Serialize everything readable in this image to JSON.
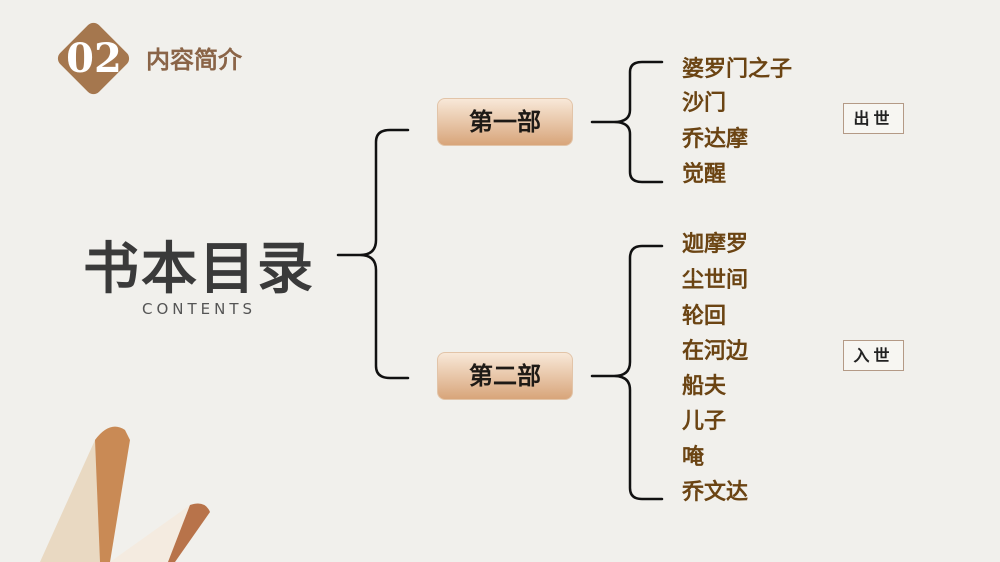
{
  "header": {
    "number": "02",
    "title": "内容简介"
  },
  "title": {
    "main": "书本目录",
    "sub": "CONTENTS"
  },
  "parts": [
    {
      "label": "第一部",
      "tag": "出世",
      "items": [
        "婆罗门之子",
        "沙门",
        "乔达摩",
        "觉醒"
      ]
    },
    {
      "label": "第二部",
      "tag": "入世",
      "items": [
        "迦摩罗",
        "尘世间",
        "轮回",
        "在河边",
        "船夫",
        "儿子",
        "唵",
        "乔文达"
      ]
    }
  ],
  "colors": {
    "background": "#f1f0ec",
    "accent": "#a5774e",
    "item_text": "#6b4413"
  }
}
